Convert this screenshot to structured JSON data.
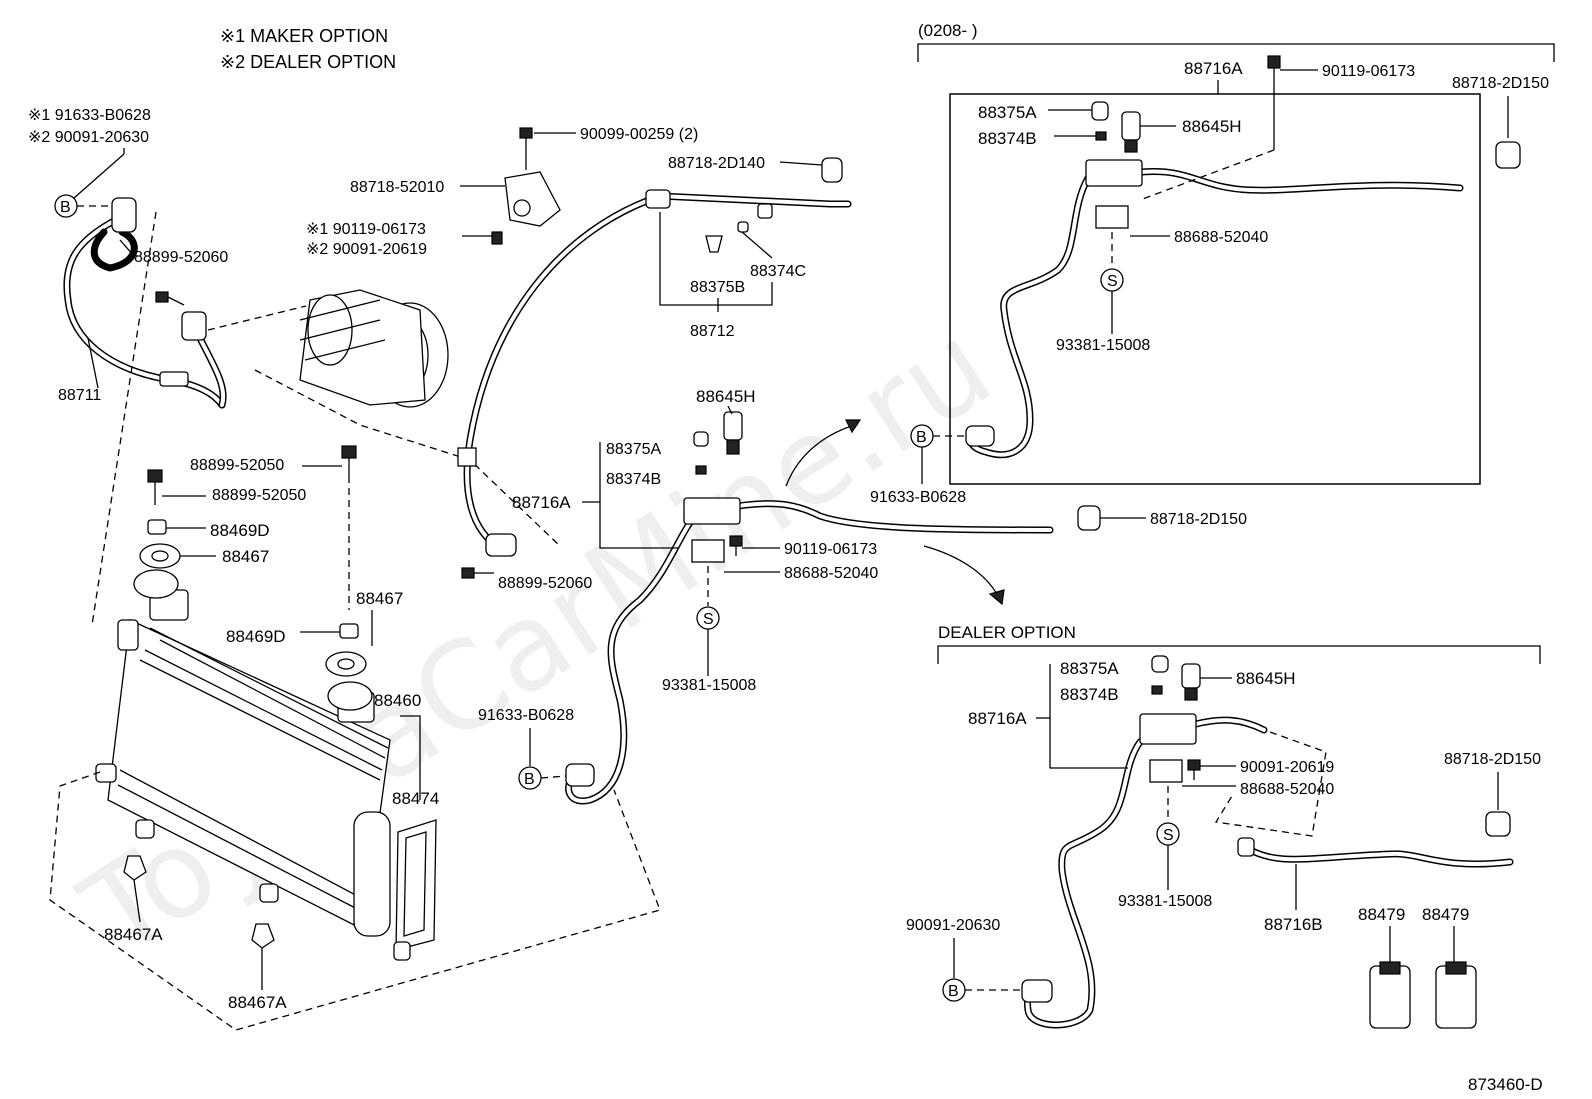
{
  "legend": {
    "maker_option": "※1 MAKER OPTION",
    "dealer_option": "※2 DEALER OPTION"
  },
  "headers": {
    "date_range": "(0208-          )",
    "dealer_option": "DEALER OPTION",
    "figure_number": "873460-D"
  },
  "callout_letters": {
    "b": "B",
    "s": "S"
  },
  "watermark": "ToyotaCarMine.ru",
  "labels": {
    "l01": "※1  91633-B0628",
    "l02": "※2  90091-20630",
    "l03": "88899-52060",
    "l04": "88711",
    "l05": "90099-00259 (2)",
    "l06": "88718-2D140",
    "l07": "88718-52010",
    "l08": "※1  90119-06173",
    "l09": "※2  90091-20619",
    "l10": "88374C",
    "l11": "88375B",
    "l12": "88712",
    "l13": "88645H",
    "l14": "88375A",
    "l15": "88374B",
    "l16": "88716A",
    "l17": "90119-06173",
    "l18": "88688-52040",
    "l19": "93381-15008",
    "l20": "88899-52060",
    "l21": "91633-B0628",
    "l22": "88718-2D150",
    "l23": "88899-52050",
    "l24": "88899-52050",
    "l25": "88469D",
    "l26": "88467",
    "l27": "88467",
    "l28": "88469D",
    "l29": "88460",
    "l30": "88474",
    "l31": "88467A",
    "l32": "88467A",
    "l33": "88716A",
    "l34": "90119-06173",
    "l35": "88718-2D150",
    "l36": "88375A",
    "l37": "88374B",
    "l38": "88645H",
    "l39": "88688-52040",
    "l40": "93381-15008",
    "l41": "91633-B0628",
    "l42": "88375A",
    "l43": "88374B",
    "l44": "88645H",
    "l45": "88716A",
    "l46": "90091-20619",
    "l47": "88688-52040",
    "l48": "88718-2D150",
    "l49": "93381-15008",
    "l50": "88716B",
    "l51": "88479",
    "l52": "88479",
    "l53": "90091-20630"
  }
}
